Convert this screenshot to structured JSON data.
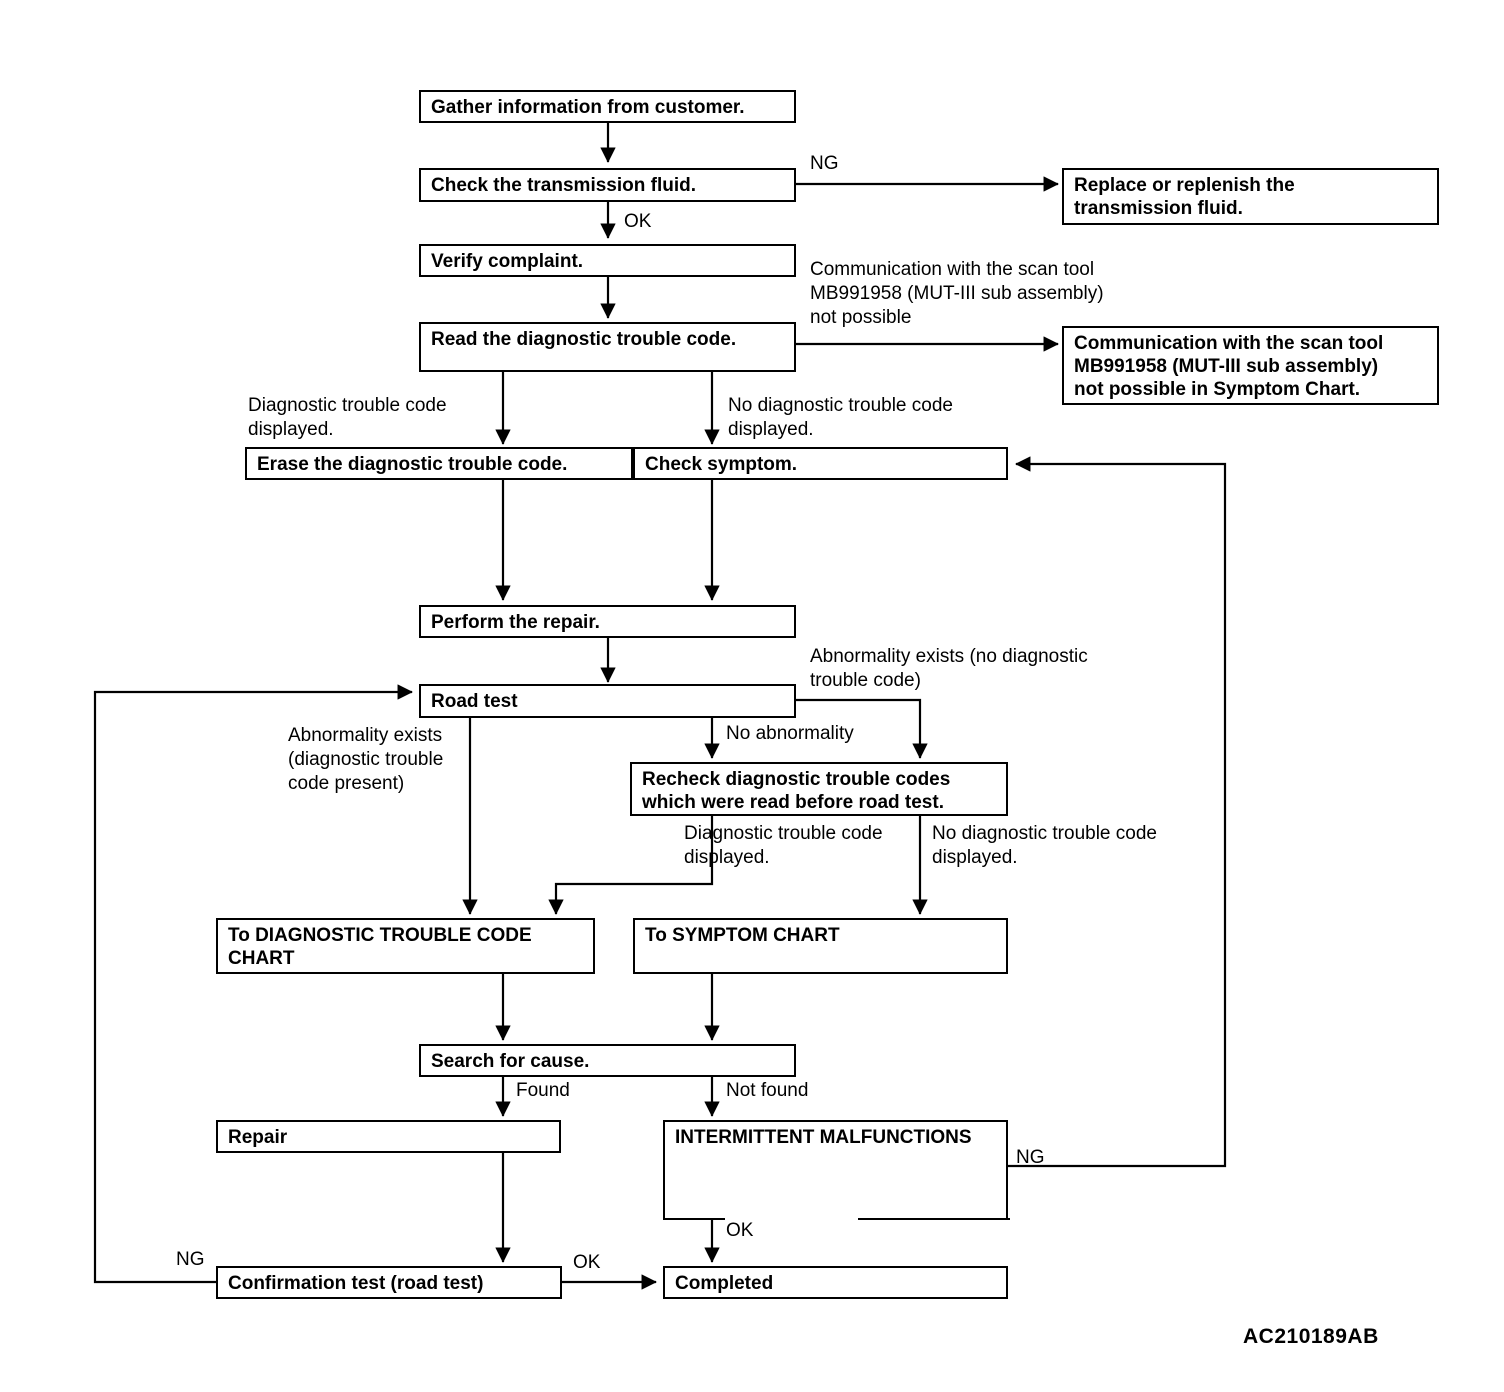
{
  "diagram": {
    "title": "Transmission diagnostic troubleshooting flowchart",
    "figure_code": "AC210189AB",
    "line_color": "#000000",
    "box_fill": "#ffffff",
    "nodes": [
      {
        "id": "gather",
        "label": "Gather information from customer."
      },
      {
        "id": "check_fluid",
        "label": "Check the  transmission fluid."
      },
      {
        "id": "replace_fluid",
        "label": "Replace or replenish the\ntransmission fluid."
      },
      {
        "id": "verify",
        "label": "Verify complaint."
      },
      {
        "id": "read_dtc",
        "label": "Read the diagnostic trouble code."
      },
      {
        "id": "comm_symptom",
        "label": "Communication with the scan tool\nMB991958 (MUT-III sub assembly)\nnot possible in Symptom Chart."
      },
      {
        "id": "erase_dtc",
        "label": "Erase the diagnostic trouble code."
      },
      {
        "id": "check_symptom",
        "label": "Check symptom."
      },
      {
        "id": "perform_repair",
        "label": "Perform the repair."
      },
      {
        "id": "road_test",
        "label": "Road test"
      },
      {
        "id": "recheck_dtc",
        "label": "Recheck diagnostic trouble codes\nwhich were read before road test."
      },
      {
        "id": "to_dtc_chart",
        "label": "To DIAGNOSTIC TROUBLE CODE\nCHART"
      },
      {
        "id": "to_symptom_chart",
        "label": "To SYMPTOM CHART"
      },
      {
        "id": "search_cause",
        "label": "Search for cause."
      },
      {
        "id": "repair",
        "label": "Repair"
      },
      {
        "id": "intermittent",
        "label": "INTERMITTENT MALFUNCTIONS"
      },
      {
        "id": "confirmation",
        "label": "Confirmation test (road test)"
      },
      {
        "id": "completed",
        "label": "Completed"
      }
    ],
    "edge_labels": {
      "ng_fluid": "NG",
      "ok_fluid": "OK",
      "comm_not_possible": "Communication with the scan tool\nMB991958 (MUT-III sub assembly)\nnot possible",
      "dtc_displayed": "Diagnostic trouble code\ndisplayed.",
      "no_dtc_displayed": "No diagnostic trouble code\ndisplayed.",
      "abnormality_no_dtc": "Abnormality exists (no diagnostic\ntrouble code)",
      "no_abnormality": "No abnormality",
      "abnormality_dtc_present": "Abnormality exists\n(diagnostic trouble\ncode present)",
      "recheck_dtc_displayed": "Diagnostic trouble code\ndisplayed.",
      "recheck_no_dtc_displayed": "No diagnostic trouble code\ndisplayed.",
      "found": "Found",
      "not_found": "Not found",
      "ng_intermittent": "NG",
      "ok_intermittent": "OK",
      "ng_confirmation": "NG",
      "ok_confirmation": "OK"
    }
  }
}
